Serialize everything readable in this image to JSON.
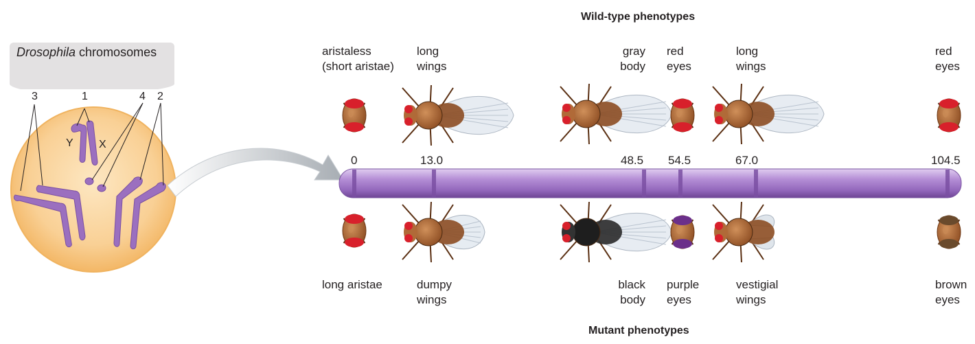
{
  "headings": {
    "wild_type": "Wild-type phenotypes",
    "mutant": "Mutant phenotypes"
  },
  "cell": {
    "title_italic": "Drosophila",
    "title_rest": " chromosomes",
    "chromosome_numbers": [
      "3",
      "1",
      "4",
      "2"
    ],
    "sex_chromosomes": [
      "Y",
      "X"
    ]
  },
  "map": {
    "positions": [
      "0",
      "13.0",
      "48.5",
      "54.5",
      "67.0",
      "104.5"
    ]
  },
  "wild_labels": [
    "aristaless\n(short aristae)",
    "long\nwings",
    "gray\nbody",
    "red\neyes",
    "long\nwings",
    "red\neyes"
  ],
  "mutant_labels": [
    "long aristae",
    "dumpy\nwings",
    "black\nbody",
    "purple\neyes",
    "vestigial\nwings",
    "brown\neyes"
  ],
  "colors": {
    "chromosome": "#9b6fbf",
    "cell_fill": "#f8c983",
    "fly_body": "#a55a2a",
    "eye_red": "#d8202b",
    "eye_purple": "#6b2f8a",
    "eye_brown": "#6a4a2c",
    "black_body": "#222222"
  }
}
